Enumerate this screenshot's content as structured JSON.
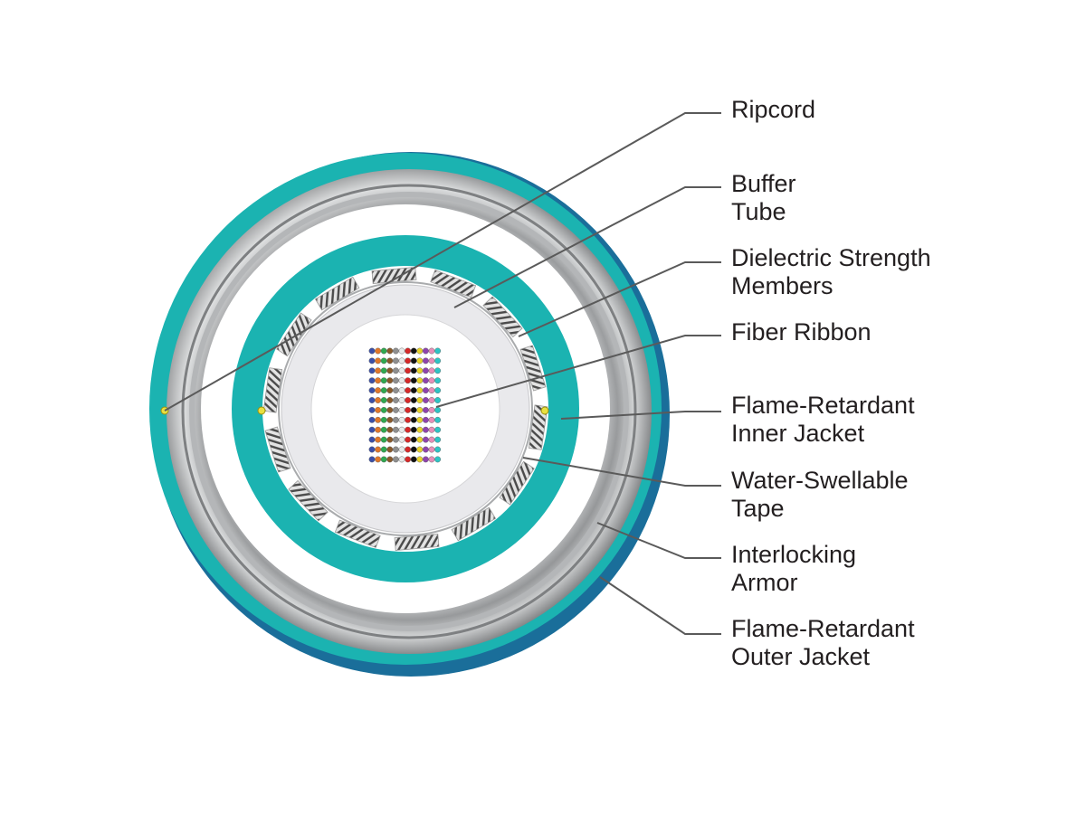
{
  "labels": {
    "ripcord": [
      "Ripcord"
    ],
    "buffer_tube": [
      "Buffer",
      "Tube"
    ],
    "strength_members": [
      "Dielectric Strength",
      "Members"
    ],
    "fiber_ribbon": [
      "Fiber Ribbon"
    ],
    "inner_jacket": [
      "Flame-Retardant",
      "Inner Jacket"
    ],
    "water_tape": [
      "Water-Swellable",
      "Tape"
    ],
    "armor": [
      "Interlocking",
      "Armor"
    ],
    "outer_jacket": [
      "Flame-Retardant",
      "Outer Jacket"
    ]
  },
  "colors": {
    "jacket_teal": "#1bb3b1",
    "jacket_edge": "#1a6e9a",
    "armor_gray": "#8f9193",
    "buffer_tube": "#e9e9ec",
    "ripcord": "#e8e040",
    "leader_line": "#5a5a5a",
    "label_text": "#231f20"
  },
  "fiber_colors": [
    "#3b4fa8",
    "#e0772a",
    "#2fa84f",
    "#8a5a2b",
    "#8f8f8f",
    "#e8e8e8",
    "#d62828",
    "#111111",
    "#e6d22a",
    "#8e44ad",
    "#e68fb8",
    "#2ec4c4"
  ],
  "fiber_rows": 12
}
